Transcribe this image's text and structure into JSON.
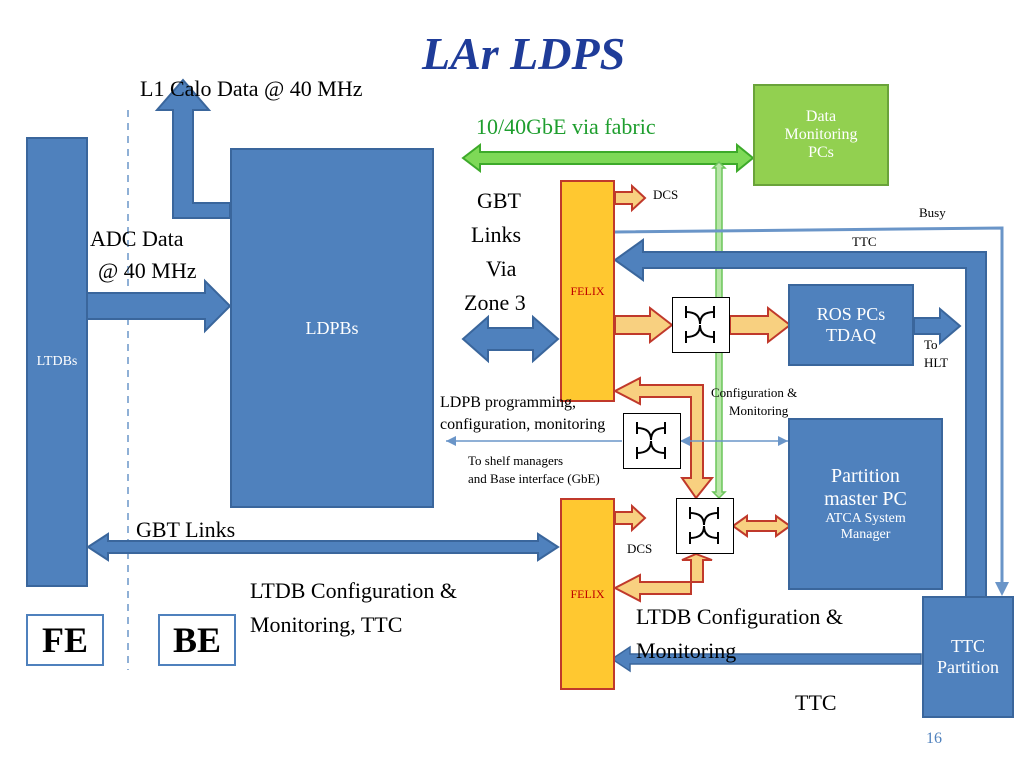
{
  "title": "LAr LDPS",
  "page_number": "16",
  "blocks": {
    "ltdbs": "LTDBs",
    "ldpbs": "LDPBs",
    "felix_top": "FELIX",
    "felix_bottom": "FELIX",
    "ros_line1": "ROS PCs",
    "ros_line2": "TDAQ",
    "data_monitoring_line1": "Data",
    "data_monitoring_line2": "Monitoring",
    "data_monitoring_line3": "PCs",
    "partition_line1": "Partition",
    "partition_line2": "master PC",
    "partition_line3": "ATCA System",
    "partition_line4": "Manager",
    "ttc_partition_line1": "TTC",
    "ttc_partition_line2": "Partition",
    "fe": "FE",
    "be": "BE"
  },
  "labels": {
    "l1calo": "L1 Calo Data @ 40 MHz",
    "fabric": "10/40GbE via fabric",
    "adc_line1": "ADC Data",
    "adc_line2": "@ 40 MHz",
    "gbt_via_1": "GBT",
    "gbt_via_2": "Links",
    "gbt_via_3": "Via",
    "gbt_via_4": "Zone 3",
    "dcs_top": "DCS",
    "dcs_bottom": "DCS",
    "busy": "Busy",
    "ttc_top": "TTC",
    "to_hlt_1": "To",
    "to_hlt_2": "HLT",
    "config_mon_1": "Configuration &",
    "config_mon_2": "Monitoring",
    "ldpb_prog_1": "LDPB programming,",
    "ldpb_prog_2": "configuration, monitoring",
    "shelf_1": "To shelf managers",
    "shelf_2": "and Base interface (GbE)",
    "gbt_links": "GBT Links",
    "ltdb_cfg_left_1": "LTDB Configuration  &",
    "ltdb_cfg_left_2": "Monitoring, TTC",
    "ltdb_cfg_right_1": "LTDB Configuration &",
    "ltdb_cfg_right_2": "Monitoring",
    "ttc_bottom": "TTC"
  },
  "colors": {
    "block_blue": "#4f81bd",
    "felix_yellow": "#ffc830",
    "felix_border": "#c0392b",
    "monitoring_green": "#92d050",
    "fabric_green": "#7ed957",
    "title_blue": "#1f3c99",
    "felix_label_red": "#c00000"
  }
}
